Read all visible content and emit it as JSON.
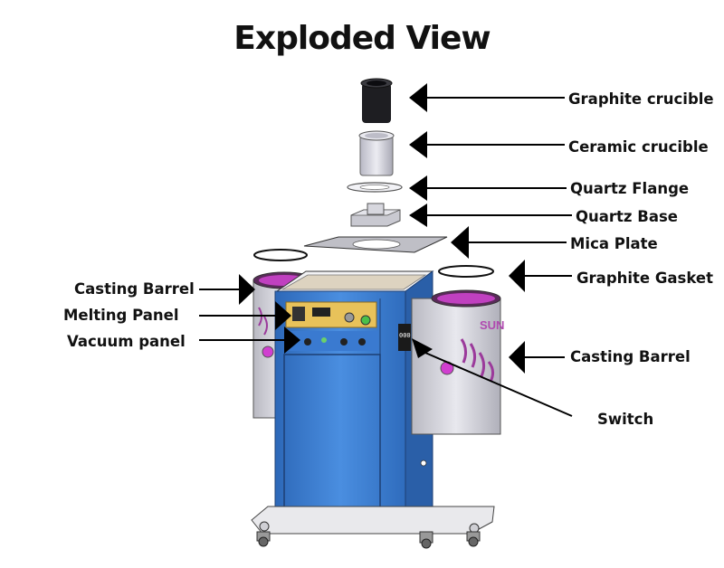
{
  "title": "Exploded View",
  "labels": {
    "graphite_crucible": "Graphite crucible",
    "ceramic_crucible": "Ceramic crucible",
    "quartz_flange": "Quartz Flange",
    "quartz_base": "Quartz Base",
    "mica_plate": "Mica Plate",
    "graphite_gasket": "Graphite Gasket",
    "casting_barrel_left": "Casting Barrel",
    "melting_panel": "Melting Panel",
    "vacuum_panel": "Vacuum panel",
    "casting_barrel_right": "Casting Barrel",
    "switch": "Switch"
  },
  "machine": {
    "brand_text": "SUN",
    "display_text": "000",
    "colors": {
      "cabinet_blue": "#3c7fd0",
      "cabinet_blue_dark": "#2a5fa8",
      "panel_gold": "#e8c25a",
      "barrel_gray": "#d4d4da",
      "barrel_rim": "#7b2f7b",
      "accent_magenta": "#d03fd0",
      "arrow_black": "#000000"
    }
  }
}
